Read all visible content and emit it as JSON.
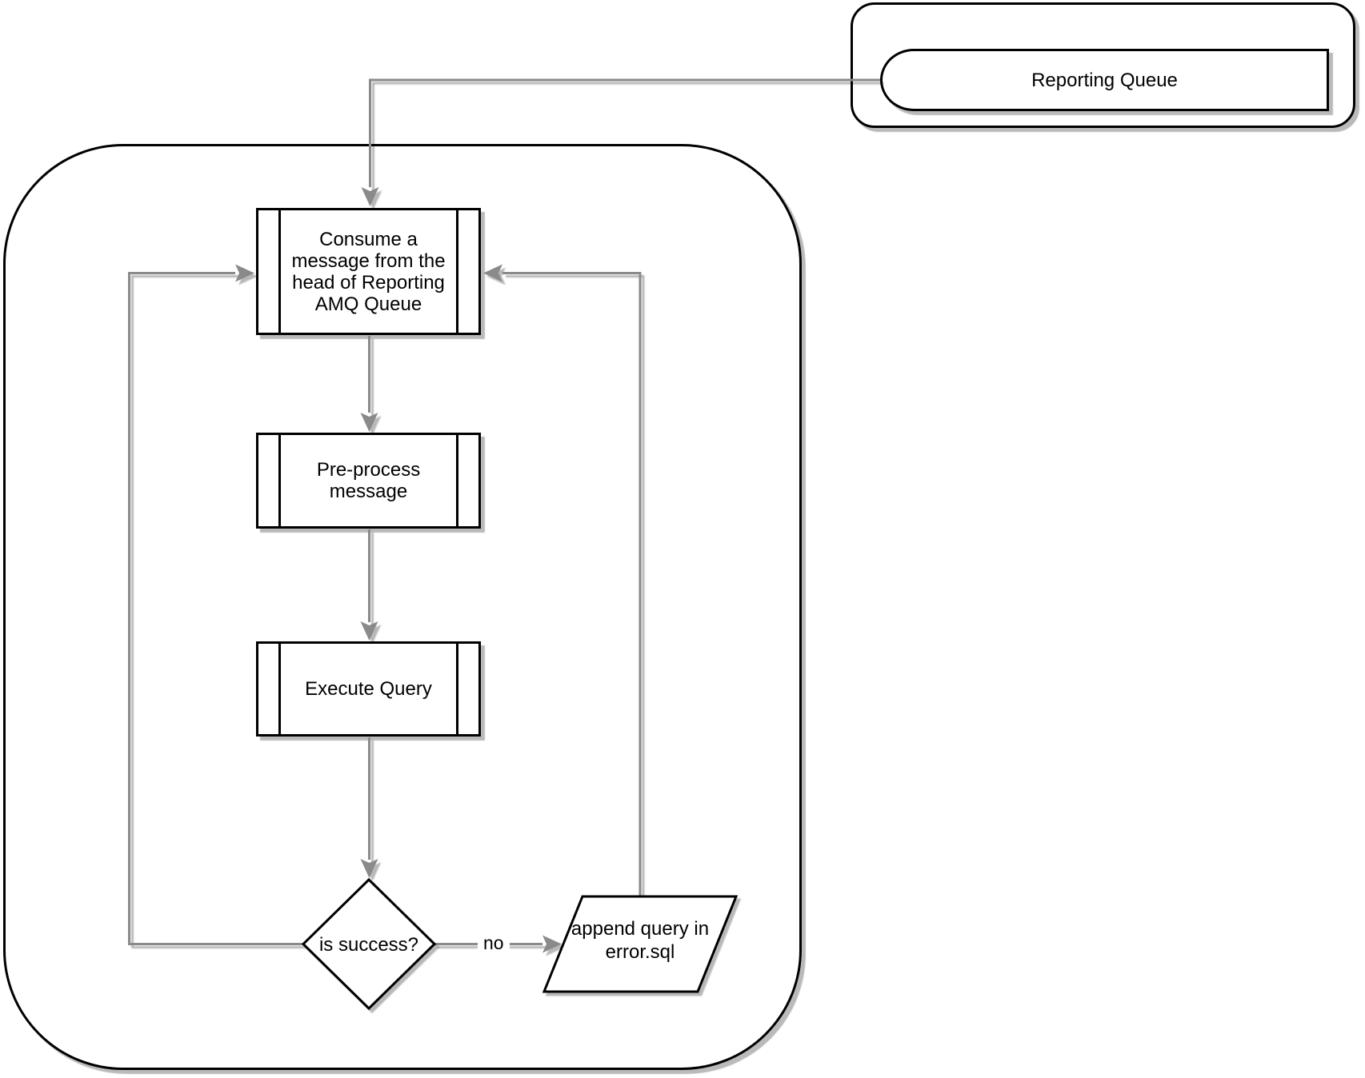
{
  "diagram": {
    "queue": {
      "label": "Reporting Queue"
    },
    "container": {
      "consume": {
        "label": "Consume a\nmessage from the\nhead of Reporting\nAMQ Queue"
      },
      "preprocess": {
        "label": "Pre-process\nmessage"
      },
      "execute": {
        "label": "Execute Query"
      },
      "decision": {
        "label": "is success?"
      },
      "error_file": {
        "label": "append query in\nerror.sql"
      }
    },
    "edges": {
      "no_label": "no"
    },
    "colors": {
      "edge": "#8a8a8a",
      "border": "#000000",
      "fill": "#ffffff",
      "page_bg": "#ffffff",
      "shadow": "#c4c4c4"
    }
  }
}
